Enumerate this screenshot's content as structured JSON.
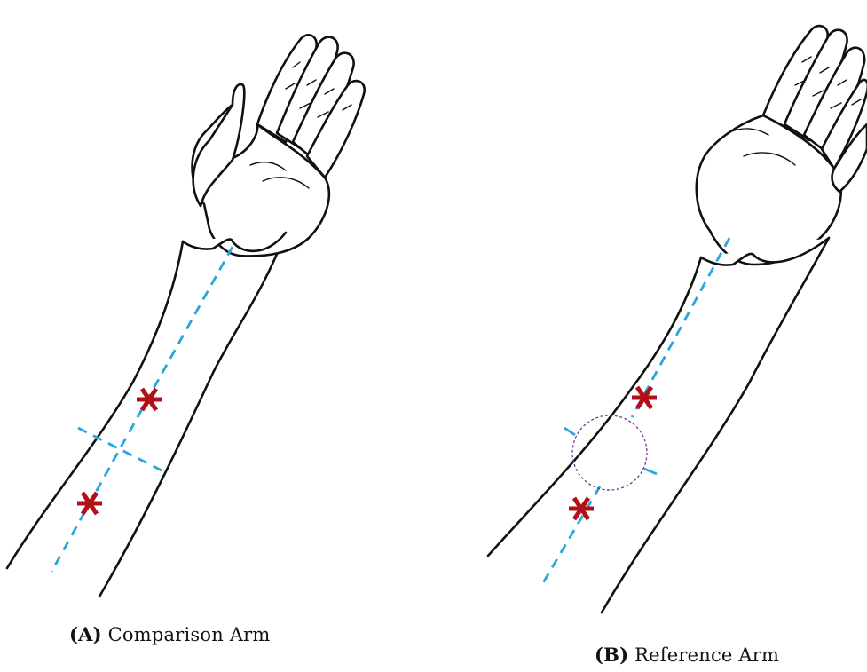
{
  "figure": {
    "panels": [
      {
        "tag": "(A)",
        "title": "Comparison Arm",
        "markers": 2,
        "guides": [
          "longitudinal dashed line",
          "cross dashed line"
        ]
      },
      {
        "tag": "(B)",
        "title": "Reference Arm",
        "markers": 2,
        "guides": [
          "longitudinal dashed line",
          "dashed circle",
          "edge ticks"
        ]
      }
    ],
    "colors": {
      "outline": "#111111",
      "guide_line": "#29a6db",
      "marker": "#b30f17",
      "circle": "#6a2a8a",
      "background": "#ffffff"
    },
    "icons": [
      "open-palm-hand",
      "asterisk-marker"
    ]
  }
}
